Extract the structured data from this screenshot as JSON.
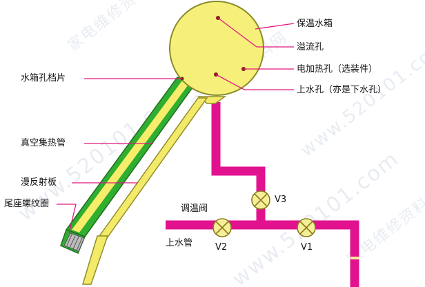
{
  "labels": {
    "insulated_tank": "保温水箱",
    "overflow_hole": "溢流孔",
    "heating_hole": "电加热孔（选装件）",
    "inlet_hole": "上水孔（亦是下水孔）",
    "tank_hole_baffle": "水箱孔档片",
    "vacuum_tube": "真空集热管",
    "diffuse_reflector": "漫反射板",
    "tail_seat_ring": "尾座螺纹圈",
    "thermostatic_valve": "调温阀",
    "water_inlet_pipe": "上水管"
  },
  "valves": {
    "v1": "V1",
    "v2": "V2",
    "v3": "V3"
  },
  "watermarks": {
    "site_domain": "www.520101.com",
    "site_name": "家电维修资料网"
  },
  "colors": {
    "tank_fill": "#f6f07a",
    "tank_stroke": "#8a8a2a",
    "pipe_magenta": "#e2128f",
    "frame_yellow": "#f3ea69",
    "frame_stroke": "#8f8d2a",
    "tube_green": "#2fae2f",
    "tube_inner": "#f6ed6a",
    "leader_line": "#e0187f",
    "valve_fill": "#f6ef9a",
    "valve_stroke": "#8a7a1a"
  }
}
